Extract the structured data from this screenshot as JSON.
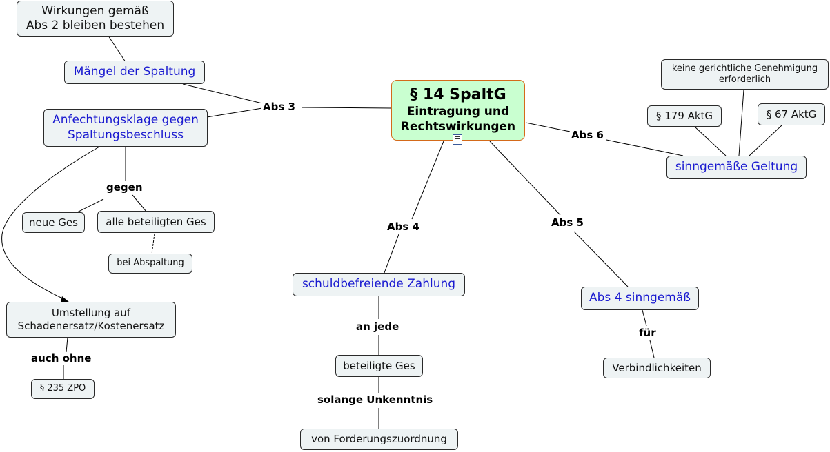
{
  "root": {
    "title": "§ 14 SpaltG",
    "line2": "Eintragung und",
    "line3": "Rechtswirkungen",
    "icon": "note-icon"
  },
  "nodes": {
    "wirkungen": [
      "Wirkungen gemäß",
      "Abs 2 bleiben bestehen"
    ],
    "maengel": "Mängel der Spaltung",
    "anfechtung": [
      "Anfechtungsklage gegen",
      "Spaltungsbeschluss"
    ],
    "neue_ges": "neue Ges",
    "alle_beteiligten": "alle beteiligten Ges",
    "bei_abspaltung": "bei Abspaltung",
    "umstellung": [
      "Umstellung auf",
      "Schadenersatz/Kostenersatz"
    ],
    "zpo": "§ 235 ZPO",
    "schuldbefreiende": "schuldbefreiende Zahlung",
    "beteiligte_ges": "beteiligte Ges",
    "forderungszuordnung": "von Forderungszuordnung",
    "abs4_sinngemaess": "Abs 4 sinngemäß",
    "verbindlichkeiten": "Verbindlichkeiten",
    "keine_genehmigung": [
      "keine gerichtliche Genehmigung",
      "erforderlich"
    ],
    "aktg179": "§ 179 AktG",
    "aktg67": "§ 67 AktG",
    "sinngemaesse_geltung": "sinngemäße Geltung"
  },
  "labels": {
    "abs3": "Abs 3",
    "abs4": "Abs 4",
    "abs5": "Abs 5",
    "abs6": "Abs 6",
    "gegen": "gegen",
    "auch_ohne": "auch ohne",
    "an_jede": "an jede",
    "solange": "solange Unkenntnis",
    "fuer": "für"
  },
  "colors": {
    "node_fill": "#eef3f4",
    "root_fill": "#c9ffd0",
    "root_border": "#d46a1a",
    "topic_text": "#1a1ad0"
  }
}
